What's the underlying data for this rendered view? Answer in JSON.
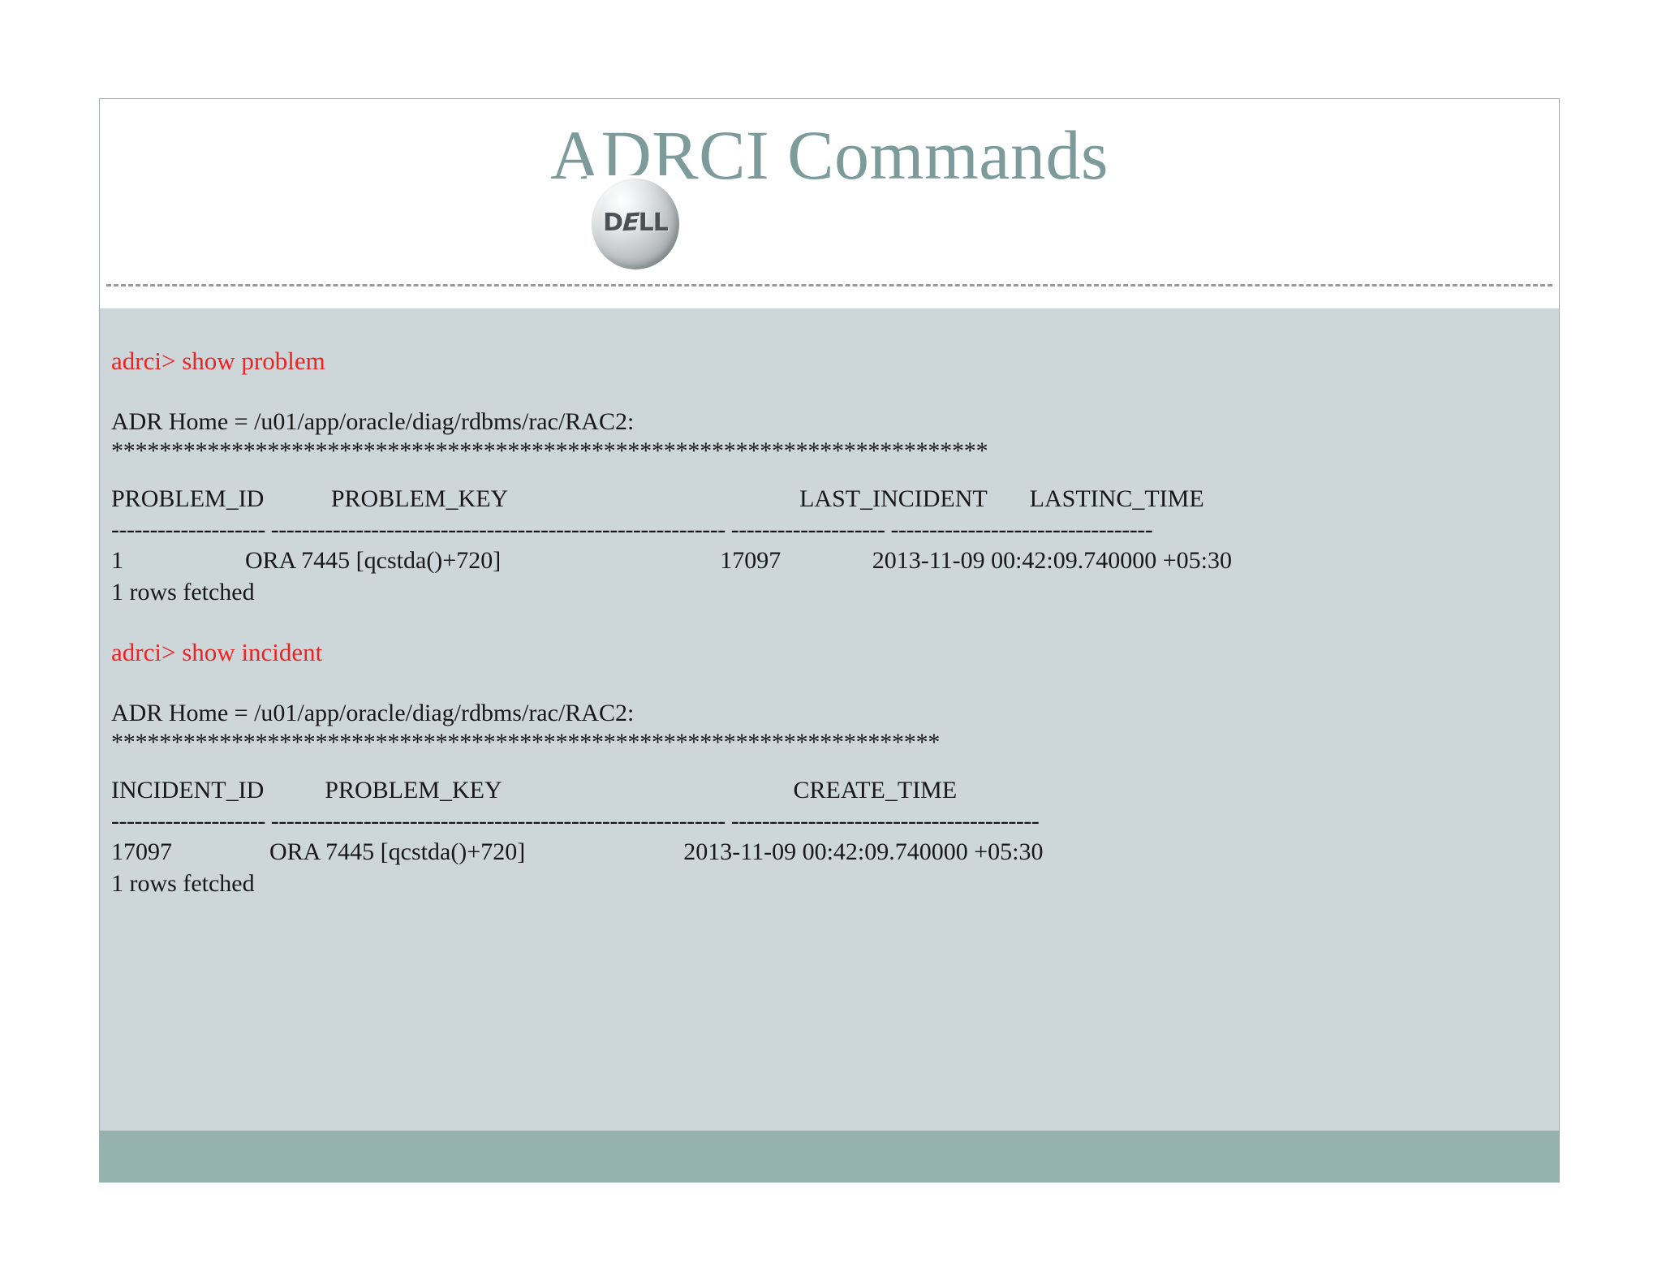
{
  "slide": {
    "title": "ADRCI Commands",
    "logo": {
      "name": "dell-logo",
      "text_left": "D",
      "text_slant": "E",
      "text_right": "LL"
    },
    "colors": {
      "title": "#7c9b9a",
      "console_bg": "#cdd7da",
      "footer_band": "#95b2ae",
      "prompt_red": "#ee2222",
      "body_text": "#17181a",
      "frame_border": "#9fb2b0"
    }
  },
  "console": {
    "block1": {
      "prompt": "adrci> show problem",
      "adr_home": "ADR Home = /u01/app/oracle/diag/rdbms/rac/RAC2:",
      "stars": "*************************************************************************",
      "headers": "PROBLEM_ID           PROBLEM_KEY                                                LAST_INCIDENT       LASTINC_TIME",
      "separator": "-------------------- ----------------------------------------------------------- -------------------- ----------------------------------",
      "row": "1                    ORA 7445 [qcstda()+720]                                    17097               2013-11-09 00:42:09.740000 +05:30",
      "footer": "1 rows fetched"
    },
    "block2": {
      "prompt": "adrci> show incident",
      "adr_home": "ADR Home = /u01/app/oracle/diag/rdbms/rac/RAC2:",
      "stars": "*********************************************************************",
      "headers": "INCIDENT_ID          PROBLEM_KEY                                                CREATE_TIME",
      "separator": "-------------------- ----------------------------------------------------------- ----------------------------------------",
      "row": "17097                ORA 7445 [qcstda()+720]                          2013-11-09 00:42:09.740000 +05:30",
      "footer": "1 rows fetched"
    }
  }
}
